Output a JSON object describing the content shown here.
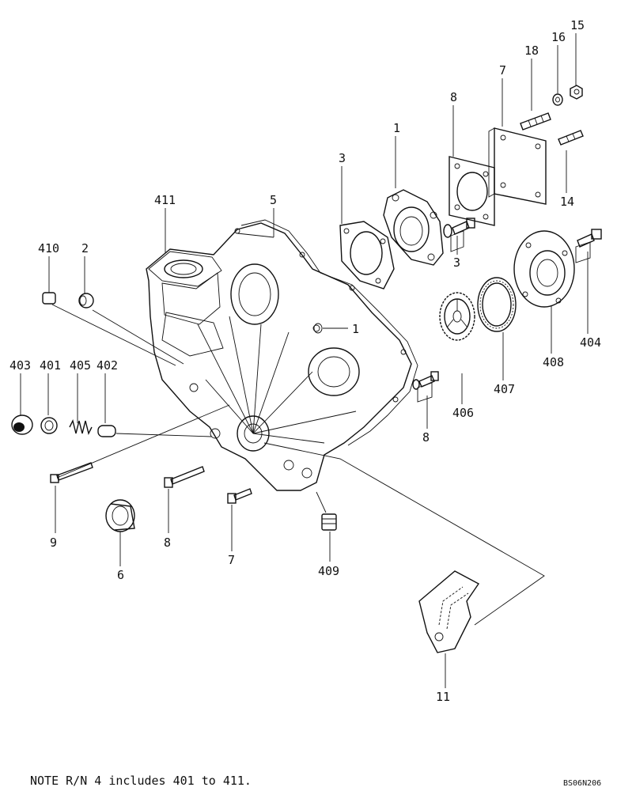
{
  "callouts": [
    {
      "id": "c15",
      "label": "15"
    },
    {
      "id": "c16",
      "label": "16"
    },
    {
      "id": "c18",
      "label": "18"
    },
    {
      "id": "c7a",
      "label": "7"
    },
    {
      "id": "c8a",
      "label": "8"
    },
    {
      "id": "c1a",
      "label": "1"
    },
    {
      "id": "c3a",
      "label": "3"
    },
    {
      "id": "c14",
      "label": "14"
    },
    {
      "id": "c411",
      "label": "411"
    },
    {
      "id": "c5",
      "label": "5"
    },
    {
      "id": "c410",
      "label": "410"
    },
    {
      "id": "c2",
      "label": "2"
    },
    {
      "id": "c3b",
      "label": "3"
    },
    {
      "id": "c404",
      "label": "404"
    },
    {
      "id": "c1b",
      "label": "1"
    },
    {
      "id": "c408",
      "label": "408"
    },
    {
      "id": "c403",
      "label": "403"
    },
    {
      "id": "c401",
      "label": "401"
    },
    {
      "id": "c405",
      "label": "405"
    },
    {
      "id": "c402",
      "label": "402"
    },
    {
      "id": "c407",
      "label": "407"
    },
    {
      "id": "c406",
      "label": "406"
    },
    {
      "id": "c8b",
      "label": "8"
    },
    {
      "id": "c9",
      "label": "9"
    },
    {
      "id": "c8c",
      "label": "8"
    },
    {
      "id": "c7b",
      "label": "7"
    },
    {
      "id": "c6",
      "label": "6"
    },
    {
      "id": "c409",
      "label": "409"
    },
    {
      "id": "c11",
      "label": "11"
    }
  ],
  "note": "NOTE R/N 4 includes 401 to 411.",
  "drawing_code": "BS06N206"
}
